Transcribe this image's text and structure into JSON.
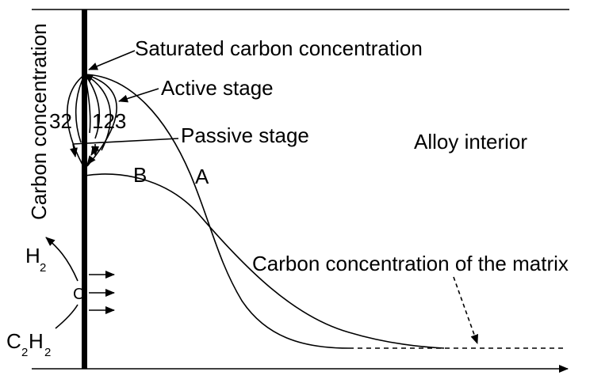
{
  "labels": {
    "y_axis": "Carbon concentration",
    "saturated": "Saturated carbon concentration",
    "active": "Active stage",
    "passive": "Passive stage",
    "alloy_interior": "Alloy interior",
    "matrix": "Carbon concentration of the matrix",
    "curve_a": "A",
    "curve_b": "B",
    "stage_numbers_left": "32",
    "stage_numbers_right": "123",
    "carbon_atom": "C",
    "h2_main": "H",
    "h2_sub": "2",
    "c2h2_c1": "C",
    "c2h2_s1": "2",
    "c2h2_h": "H",
    "c2h2_s2": "2"
  }
}
